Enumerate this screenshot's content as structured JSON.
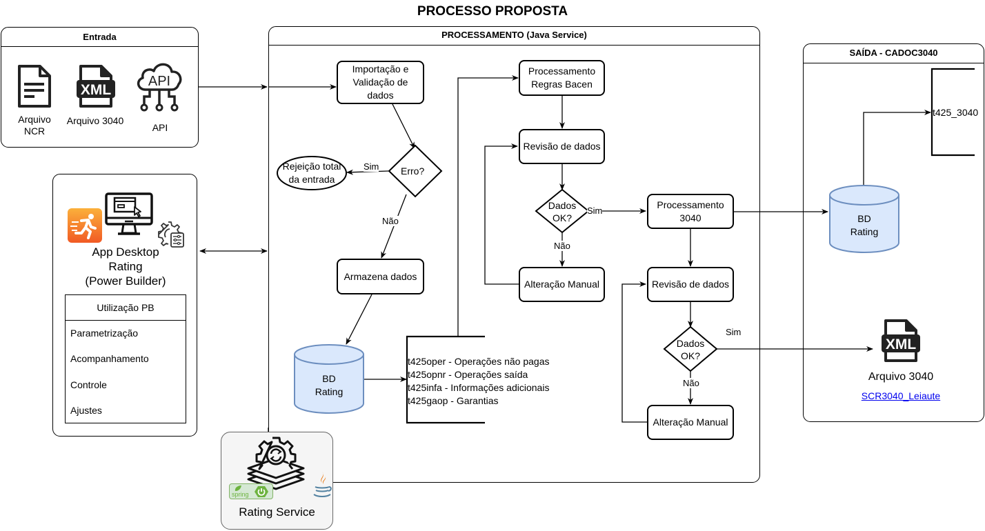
{
  "title": "PROCESSO PROPOSTA",
  "entrada": {
    "header": "Entrada",
    "items": [
      {
        "icon": "document-icon",
        "label_line1": "Arquivo",
        "label_line2": "NCR"
      },
      {
        "icon": "xml-file-icon",
        "label": "Arquivo 3040"
      },
      {
        "icon": "api-cloud-icon",
        "icon_text": "API",
        "label": "API"
      }
    ]
  },
  "app_desktop": {
    "label_line1": "App Desktop",
    "label_line2": "Rating",
    "label_line3": "(Power Builder)",
    "icons": [
      "runner-app-icon",
      "monitor-icon",
      "gear-settings-icon"
    ],
    "table": {
      "header": "Utilização PB",
      "items": [
        "Parametrização",
        "Acompanhamento",
        "Controle",
        "Ajustes"
      ]
    }
  },
  "processamento": {
    "header": "PROCESSAMENTO (Java Service)",
    "import_node_line1": "Importação e",
    "import_node_line2": "Validação de",
    "import_node_line3": "dados",
    "erro_decision": "Erro?",
    "sim": "Sim",
    "nao": "Não",
    "rejeicao_line1": "Rejeição total",
    "rejeicao_line2": "da entrada",
    "armazena": "Armazena dados",
    "db_line1": "BD",
    "db_line2": "Rating",
    "tables": [
      "t425oper - Operações não pagas",
      "t425opnr - Operações saída",
      "t425infa - Informações adicionais",
      "t425gaop - Garantias"
    ],
    "regras_line1": "Processamento",
    "regras_line2": "Regras Bacen",
    "revisao1": "Revisão de dados",
    "dados_ok1_line1": "Dados",
    "dados_ok1_line2": "OK?",
    "alteracao1": "Alteração Manual",
    "proc3040_line1": "Processamento",
    "proc3040_line2": "3040",
    "revisao2": "Revisão de dados",
    "dados_ok2_line1": "Dados",
    "dados_ok2_line2": "OK?",
    "alteracao2": "Alteração Manual"
  },
  "saida": {
    "header": "SAÍDA - CADOC3040",
    "table_name": "t425_3040",
    "db_line1": "BD",
    "db_line2": "Rating",
    "xml_text": "XML",
    "file_label": "Arquivo 3040",
    "link": "SCR3040_Leiaute"
  },
  "rating_service": {
    "label": "Rating Service",
    "spring_text": "spring"
  },
  "colors": {
    "db_fill": "#dae8fc",
    "db_stroke": "#6c8ebf",
    "rating_service_fill": "#f5f5f5",
    "spring_fill": "#d5e8d4",
    "spring_stroke": "#82b366",
    "runner_orange": "#f7931e",
    "link": "#0000ee"
  }
}
